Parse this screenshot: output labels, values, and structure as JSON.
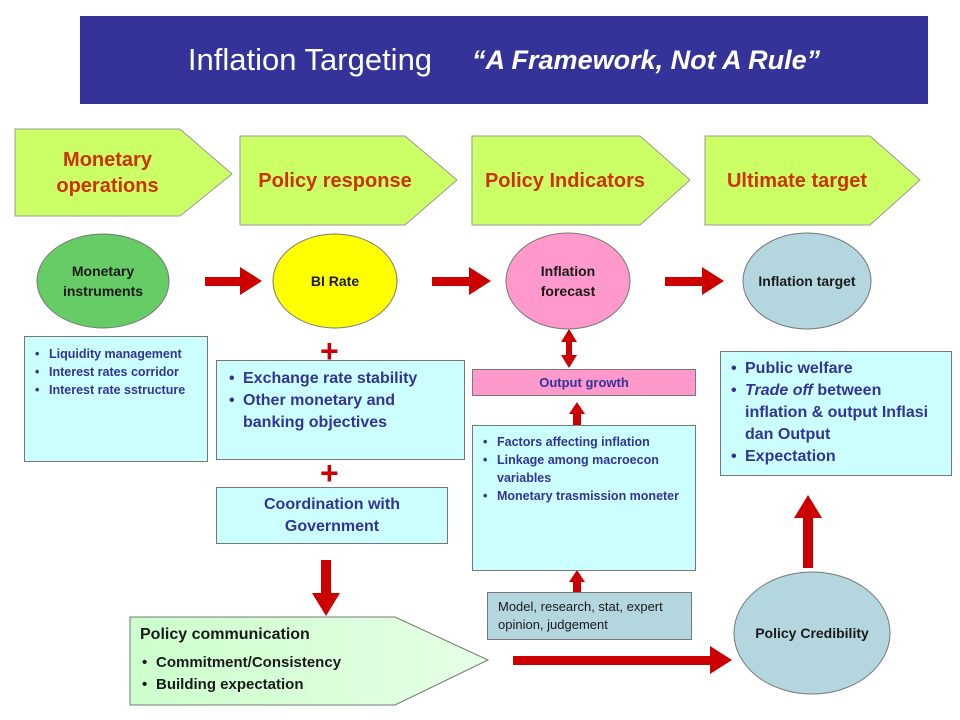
{
  "title": {
    "main": "Inflation Targeting",
    "quote": "“A Framework, Not A Rule”"
  },
  "stages": [
    {
      "label": "Monetary operations"
    },
    {
      "label": "Policy response"
    },
    {
      "label": "Policy Indicators"
    },
    {
      "label": "Ultimate target"
    }
  ],
  "nodes": {
    "monetary_instruments": "Monetary instruments",
    "bi_rate": "BI Rate",
    "inflation_forecast": "Inflation forecast",
    "inflation_target": "Inflation target",
    "policy_credibility": "Policy Credibility"
  },
  "instruments_list": [
    "Liquidity management",
    "Interest rates corridor",
    "Interest rate sstructure"
  ],
  "plus_sign": "+",
  "response_list": [
    "Exchange rate stability",
    "Other monetary and banking objectives"
  ],
  "coordination": "Coordination with Government",
  "output_growth": "Output growth",
  "factors_list": [
    "Factors affecting inflation",
    "Linkage among macroecon variables",
    "Monetary trasmission moneter"
  ],
  "model_box": "Model, research, stat, expert opinion, judgement",
  "target_list": {
    "item1": "Public welfare",
    "item2_italic": "Trade off",
    "item2_rest": " between inflation & output Inflasi dan Output",
    "item3": "Expectation"
  },
  "communication": {
    "title": "Policy communication",
    "items": [
      "Commitment/Consistency",
      "Building expectation"
    ]
  },
  "colors": {
    "title_bg": "#333399",
    "stage_fill": "#ccff66",
    "stage_text": "#cc3300",
    "arrow": "#cc0000",
    "instruments_oval": "#66cc66",
    "bi_rate_oval": "#ffff00",
    "forecast_oval": "#ff99cc",
    "target_oval": "#b4d6df",
    "text_blue": "#333399"
  }
}
